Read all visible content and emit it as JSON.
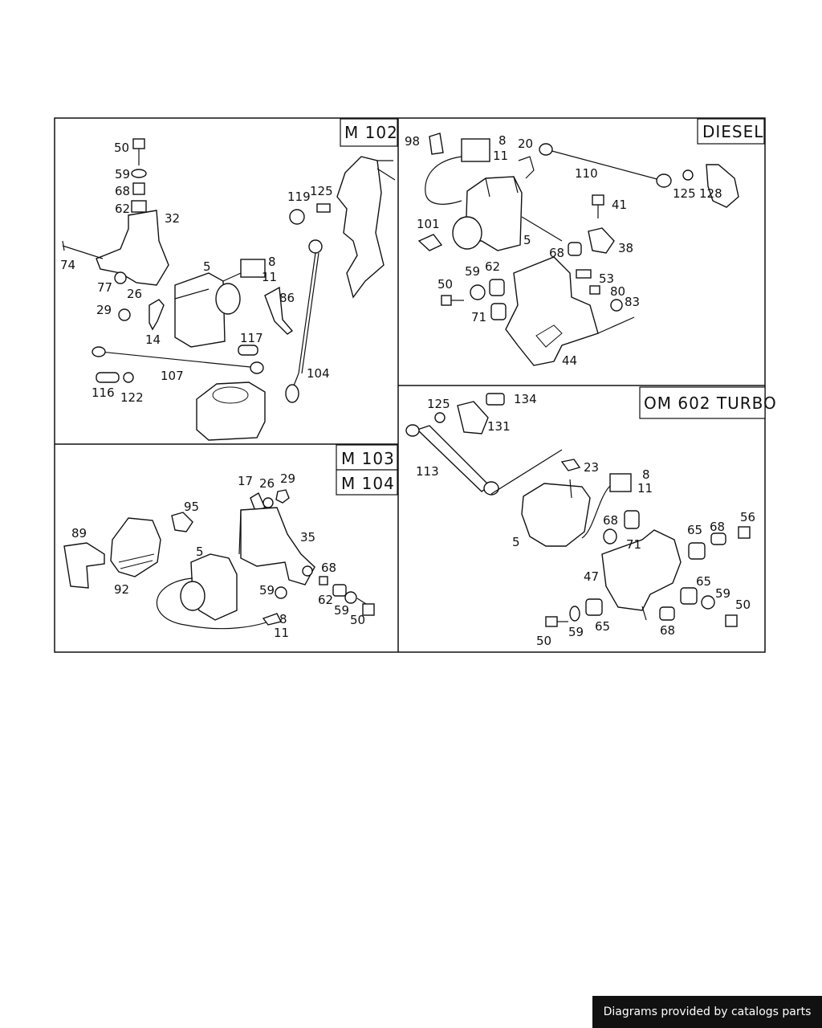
{
  "panels": {
    "m102": {
      "title": "M 102",
      "labels": [
        "50",
        "59",
        "68",
        "62",
        "32",
        "74",
        "77",
        "5",
        "8",
        "11",
        "29",
        "26",
        "14",
        "86",
        "119",
        "125",
        "117",
        "107",
        "116",
        "122",
        "104"
      ]
    },
    "diesel": {
      "title": "DIESEL",
      "labels": [
        "98",
        "8",
        "11",
        "20",
        "110",
        "125",
        "128",
        "41",
        "101",
        "5",
        "38",
        "68",
        "53",
        "59",
        "62",
        "50",
        "80",
        "83",
        "71",
        "44"
      ]
    },
    "m103": {
      "title": "M 103",
      "title2": "M 104",
      "labels": [
        "17",
        "26",
        "29",
        "95",
        "89",
        "35",
        "5",
        "68",
        "92",
        "59",
        "62",
        "59",
        "50",
        "8",
        "11"
      ]
    },
    "om602": {
      "title": "OM 602 TURBO",
      "labels": [
        "125",
        "134",
        "131",
        "113",
        "23",
        "8",
        "11",
        "5",
        "68",
        "71",
        "65",
        "68",
        "56",
        "47",
        "65",
        "59",
        "50",
        "50",
        "59",
        "65",
        "68"
      ]
    }
  },
  "footer": {
    "text": "Diagrams provided by catalogs parts"
  }
}
